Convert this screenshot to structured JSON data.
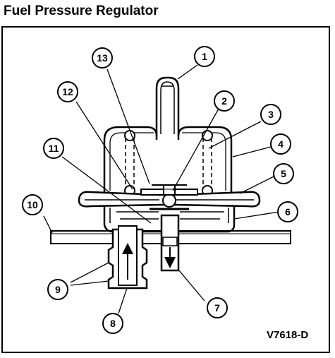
{
  "title": "Fuel Pressure Regulator",
  "figure_code": "V7618-D",
  "callouts": [
    {
      "label": "1"
    },
    {
      "label": "2"
    },
    {
      "label": "3"
    },
    {
      "label": "4"
    },
    {
      "label": "5"
    },
    {
      "label": "6"
    },
    {
      "label": "7"
    },
    {
      "label": "8"
    },
    {
      "label": "9"
    },
    {
      "label": "10"
    },
    {
      "label": "11"
    },
    {
      "label": "12"
    },
    {
      "label": "13"
    }
  ]
}
